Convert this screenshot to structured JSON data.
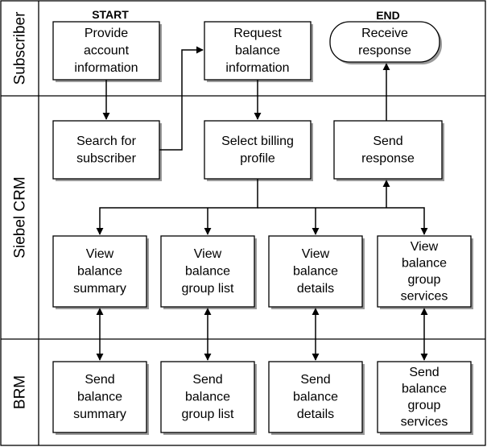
{
  "lanes": {
    "subscriber": "Subscriber",
    "siebel": "Siebel CRM",
    "brm": "BRM"
  },
  "markers": {
    "start": "START",
    "end": "END"
  },
  "nodes": {
    "provide": [
      "Provide",
      "account",
      "information"
    ],
    "request": [
      "Request",
      "balance",
      "information"
    ],
    "receive": [
      "Receive",
      "response"
    ],
    "search": [
      "Search for",
      "subscriber"
    ],
    "select": [
      "Select billing",
      "profile"
    ],
    "send_response": [
      "Send",
      "response"
    ],
    "view_summary": [
      "View",
      "balance",
      "summary"
    ],
    "view_group_list": [
      "View",
      "balance",
      "group list"
    ],
    "view_details": [
      "View",
      "balance",
      "details"
    ],
    "view_services": [
      "View",
      "balance",
      "group",
      "services"
    ],
    "send_summary": [
      "Send",
      "balance",
      "summary"
    ],
    "send_group_list": [
      "Send",
      "balance",
      "group list"
    ],
    "send_details": [
      "Send",
      "balance",
      "details"
    ],
    "send_services": [
      "Send",
      "balance",
      "group",
      "services"
    ]
  }
}
